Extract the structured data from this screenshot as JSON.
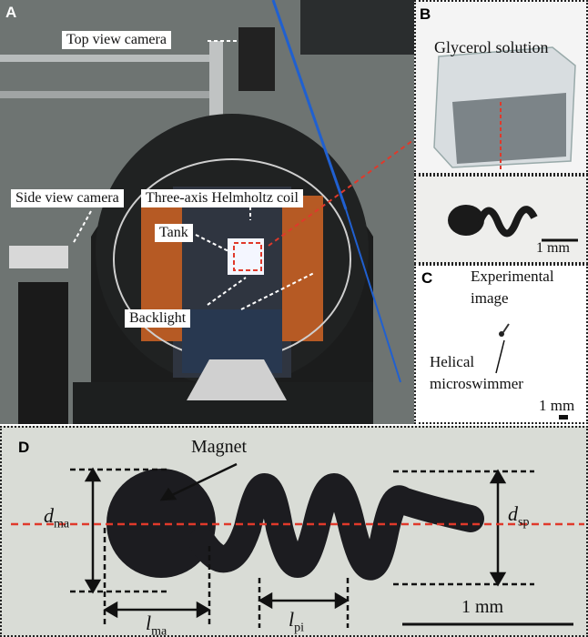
{
  "panels": {
    "a": {
      "label": "A",
      "tags": {
        "top_camera": "Top view camera",
        "coil": "Three-axis Helmholtz coil",
        "side_camera": "Side view camera",
        "tank": "Tank",
        "backlight": "Backlight"
      }
    },
    "b": {
      "label": "B",
      "glycerol": "Glycerol solution",
      "scale": "1 mm"
    },
    "c": {
      "label": "C",
      "experimental": "Experimental",
      "image": "image",
      "helical": "Helical",
      "microswimmer": "microswimmer",
      "scale": "1 mm"
    },
    "d": {
      "label": "D",
      "magnet": "Magnet",
      "d_ma": "d",
      "d_ma_sub": "ma",
      "d_sp": "d",
      "d_sp_sub": "sp",
      "l_ma": "l",
      "l_ma_sub": "ma",
      "l_pi": "l",
      "l_pi_sub": "pi",
      "scale": "1 mm"
    }
  },
  "colors": {
    "arrow_red": "#e0392b",
    "coil_orange": "#c8622a"
  }
}
